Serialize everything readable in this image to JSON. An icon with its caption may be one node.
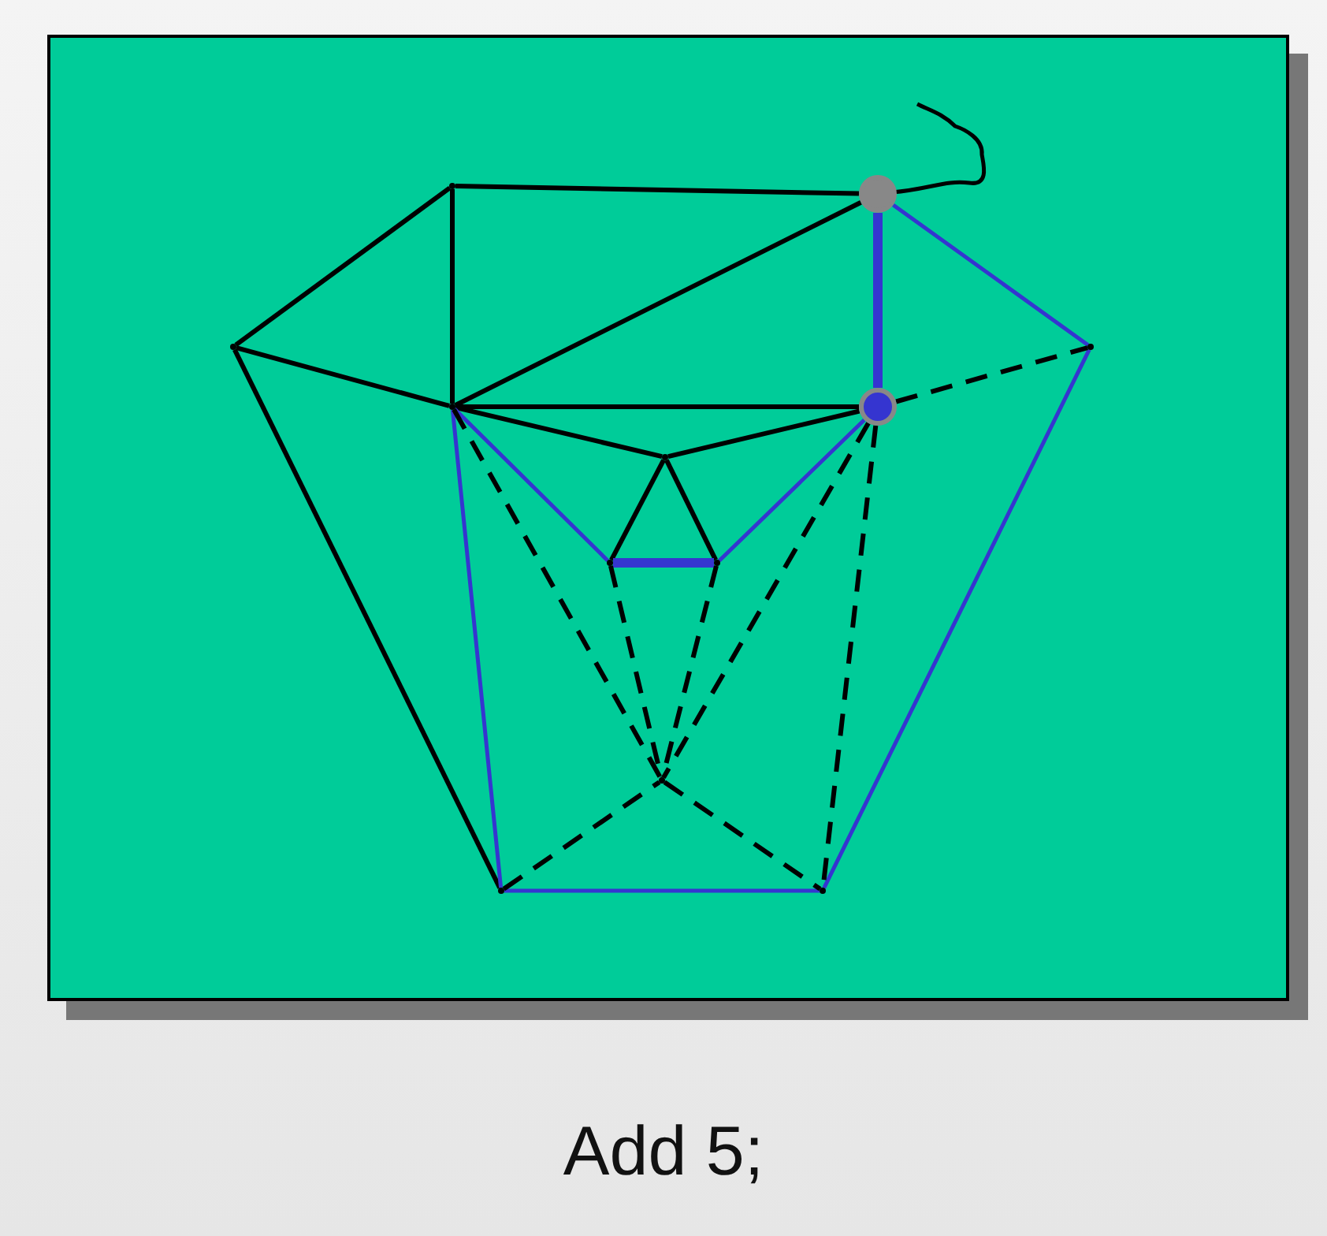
{
  "diagram": {
    "caption": "Add 5;",
    "nodes": [
      {
        "text": [],
        "shape": "point"
      },
      {
        "text": [],
        "shape": "circle"
      },
      {
        "text": [],
        "shape": "point"
      },
      {
        "text": [],
        "shape": "point"
      },
      {
        "text": [],
        "shape": "point"
      },
      {
        "text": [],
        "shape": "circle"
      },
      {
        "text": [],
        "shape": "point"
      },
      {
        "text": [],
        "shape": "point"
      },
      {
        "text": [],
        "shape": "point"
      },
      {
        "text": [],
        "shape": "point"
      },
      {
        "text": [],
        "shape": "point"
      },
      {
        "text": [],
        "shape": "point"
      }
    ],
    "edges": [
      {
        "from": 2,
        "to": 0,
        "arrow": "none"
      },
      {
        "from": 0,
        "to": 1,
        "arrow": "none"
      },
      {
        "from": 0,
        "to": 4,
        "arrow": "none"
      },
      {
        "from": 2,
        "to": 4,
        "arrow": "none"
      },
      {
        "from": 4,
        "to": 1,
        "arrow": "none"
      },
      {
        "from": 4,
        "to": 5,
        "arrow": "none"
      },
      {
        "from": 4,
        "to": 6,
        "arrow": "none"
      },
      {
        "from": 6,
        "to": 5,
        "arrow": "none"
      },
      {
        "from": 6,
        "to": 7,
        "arrow": "none"
      },
      {
        "from": 6,
        "to": 8,
        "arrow": "none"
      },
      {
        "from": 2,
        "to": 10,
        "arrow": "none"
      },
      {
        "from": 1,
        "to": 5,
        "arrow": "none",
        "style": "thick",
        "color": "#3535d0"
      },
      {
        "from": 1,
        "to": 3,
        "arrow": "none",
        "color": "#3535d0"
      },
      {
        "from": 3,
        "to": 11,
        "arrow": "none",
        "color": "#3535d0"
      },
      {
        "from": 10,
        "to": 11,
        "arrow": "none",
        "color": "#3535d0"
      },
      {
        "from": 4,
        "to": 10,
        "arrow": "none",
        "color": "#3535d0"
      },
      {
        "from": 4,
        "to": 7,
        "arrow": "none",
        "color": "#3535d0"
      },
      {
        "from": 5,
        "to": 8,
        "arrow": "none",
        "color": "#3535d0"
      },
      {
        "from": 7,
        "to": 8,
        "arrow": "none",
        "style": "thick",
        "color": "#3535d0"
      },
      {
        "from": 5,
        "to": 3,
        "arrow": "none",
        "style": "dashed"
      },
      {
        "from": 4,
        "to": 9,
        "arrow": "none",
        "style": "dashed"
      },
      {
        "from": 7,
        "to": 9,
        "arrow": "none",
        "style": "dashed"
      },
      {
        "from": 8,
        "to": 9,
        "arrow": "none",
        "style": "dashed"
      },
      {
        "from": 5,
        "to": 9,
        "arrow": "none",
        "style": "dashed"
      },
      {
        "from": 5,
        "to": 11,
        "arrow": "none",
        "style": "dashed"
      },
      {
        "from": 10,
        "to": 9,
        "arrow": "none",
        "style": "dashed"
      },
      {
        "from": 9,
        "to": 11,
        "arrow": "none",
        "style": "dashed"
      }
    ]
  }
}
